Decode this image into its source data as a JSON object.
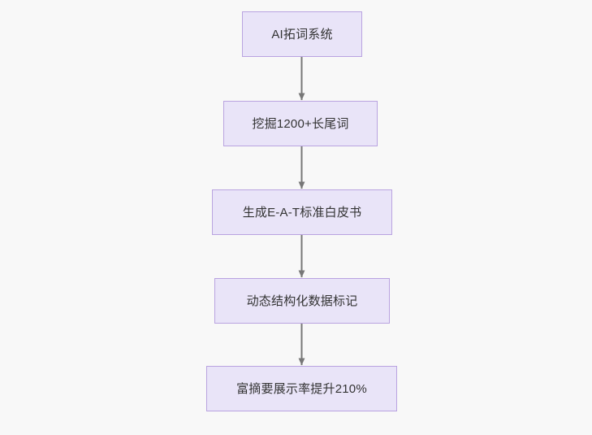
{
  "diagram": {
    "type": "flowchart",
    "orientation": "top-to-bottom",
    "background_color": "#f8f8f8",
    "node_fill_color": "#e9e4f8",
    "node_border_color": "#b9a3e0",
    "node_text_color": "#333333",
    "edge_color": "#777777",
    "nodes": [
      {
        "id": "n1",
        "label": "AI拓词系统"
      },
      {
        "id": "n2",
        "label": "挖掘1200+长尾词"
      },
      {
        "id": "n3",
        "label": "生成E-A-T标准白皮书"
      },
      {
        "id": "n4",
        "label": "动态结构化数据标记"
      },
      {
        "id": "n5",
        "label": "富摘要展示率提升210%"
      }
    ],
    "edges": [
      {
        "id": "e1",
        "from": "n1",
        "to": "n2",
        "label": "",
        "arrow": "arrow-down-icon"
      },
      {
        "id": "e2",
        "from": "n2",
        "to": "n3",
        "label": "",
        "arrow": "arrow-down-icon"
      },
      {
        "id": "e3",
        "from": "n3",
        "to": "n4",
        "label": "",
        "arrow": "arrow-down-icon"
      },
      {
        "id": "e4",
        "from": "n4",
        "to": "n5",
        "label": "",
        "arrow": "arrow-down-icon"
      }
    ]
  }
}
